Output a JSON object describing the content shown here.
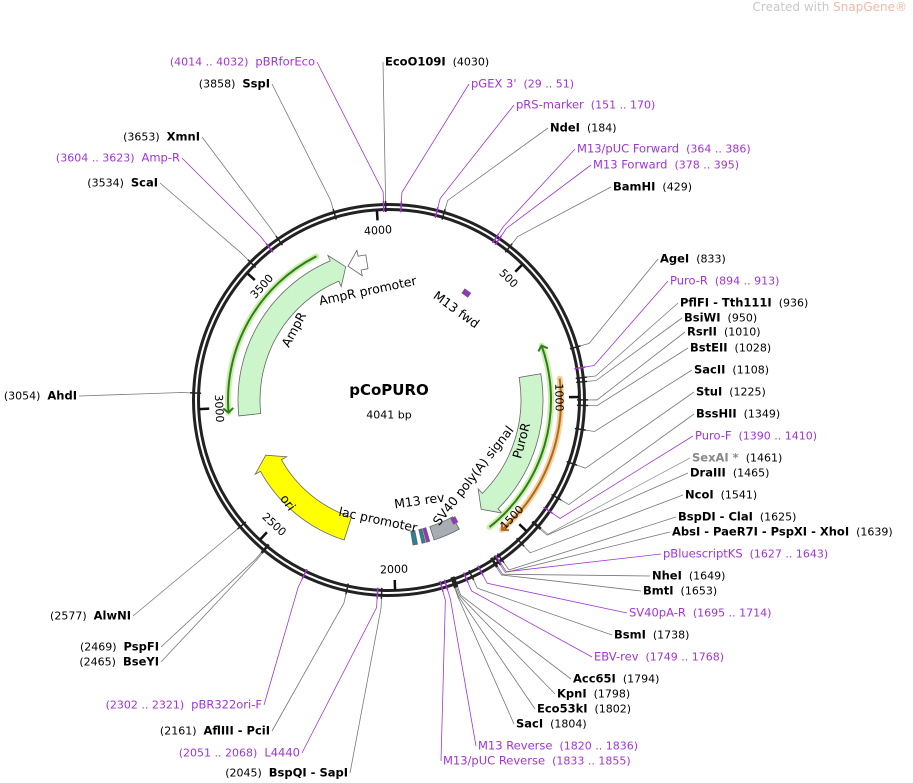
{
  "watermark": {
    "prefix": "Created with ",
    "brand": "SnapGene®"
  },
  "plasmid": {
    "name": "pCoPURO",
    "size_label": "4041 bp",
    "length": 4041
  },
  "ring_ticks": [
    {
      "bp": 500,
      "label": "500"
    },
    {
      "bp": 1000,
      "label": "1000"
    },
    {
      "bp": 1500,
      "label": "1500"
    },
    {
      "bp": 2000,
      "label": "2000"
    },
    {
      "bp": 2500,
      "label": "2500"
    },
    {
      "bp": 3000,
      "label": "3000"
    },
    {
      "bp": 3500,
      "label": "3500"
    },
    {
      "bp": 4000,
      "label": "4000"
    }
  ],
  "features": [
    {
      "name": "AmpR",
      "start": 2963,
      "end": 3839,
      "direction": "reverse",
      "color": "#ccf5cc"
    },
    {
      "name": "AmpR promoter",
      "start": 3839,
      "end": 3935,
      "direction": "reverse",
      "color": "#ffffff"
    },
    {
      "name": "ori",
      "start": 2220,
      "end": 2760,
      "direction": "reverse",
      "color": "#ffff00"
    },
    {
      "name": "PuroR",
      "start": 1570,
      "end": 920,
      "direction": "forward",
      "color": "#ccf5cc"
    },
    {
      "name": "SV40 poly(A) signal",
      "start": 1700,
      "end": 1820,
      "direction": "none",
      "color": "#a8adb5"
    },
    {
      "name": "lac promoter",
      "start": 1880,
      "end": 1925,
      "direction": "none",
      "color": "#2e7f9a"
    },
    {
      "name": "M13 rev",
      "start": 1836,
      "end": 1855,
      "direction": "none",
      "color": "#9a30cc"
    },
    {
      "name": "M13 fwd",
      "start": 390,
      "end": 410,
      "direction": "none",
      "color": "#9a30cc"
    }
  ],
  "sites": [
    {
      "name": "pBRforEco",
      "pos": "(4014 .. 4032)",
      "bp": 4023,
      "type": "primer"
    },
    {
      "name": "SspI",
      "pos": "(3858)",
      "bp": 3858,
      "type": "enzyme"
    },
    {
      "name": "XmnI",
      "pos": "(3653)",
      "bp": 3653,
      "type": "enzyme"
    },
    {
      "name": "Amp-R",
      "pos": "(3604 .. 3623)",
      "bp": 3613,
      "type": "primer"
    },
    {
      "name": "ScaI",
      "pos": "(3534)",
      "bp": 3534,
      "type": "enzyme"
    },
    {
      "name": "AhdI",
      "pos": "(3054)",
      "bp": 3054,
      "type": "enzyme"
    },
    {
      "name": "AlwNI",
      "pos": "(2577)",
      "bp": 2577,
      "type": "enzyme"
    },
    {
      "name": "PspFI",
      "pos": "(2469)",
      "bp": 2469,
      "type": "enzyme"
    },
    {
      "name": "BseYI",
      "pos": "(2465)",
      "bp": 2465,
      "type": "enzyme"
    },
    {
      "name": "pBR322ori-F",
      "pos": "(2302 .. 2321)",
      "bp": 2311,
      "type": "primer"
    },
    {
      "name": "AflIII - PciI",
      "pos": "(2161)",
      "bp": 2161,
      "type": "enzyme"
    },
    {
      "name": "L4440",
      "pos": "(2051 .. 2068)",
      "bp": 2059,
      "type": "primer"
    },
    {
      "name": "BspQI - SapI",
      "pos": "(2045)",
      "bp": 2045,
      "type": "enzyme"
    },
    {
      "name": "EcoO109I",
      "pos": "(4030)",
      "bp": 4030,
      "type": "enzyme"
    },
    {
      "name": "pGEX 3'",
      "pos": "(29 .. 51)",
      "bp": 40,
      "type": "primer"
    },
    {
      "name": "pRS-marker",
      "pos": "(151 .. 170)",
      "bp": 160,
      "type": "primer"
    },
    {
      "name": "NdeI",
      "pos": "(184)",
      "bp": 184,
      "type": "enzyme"
    },
    {
      "name": "M13/pUC Forward",
      "pos": "(364 .. 386)",
      "bp": 375,
      "type": "primer"
    },
    {
      "name": "M13 Forward",
      "pos": "(378 .. 395)",
      "bp": 386,
      "type": "primer"
    },
    {
      "name": "BamHI",
      "pos": "(429)",
      "bp": 429,
      "type": "enzyme"
    },
    {
      "name": "AgeI",
      "pos": "(833)",
      "bp": 833,
      "type": "enzyme"
    },
    {
      "name": "Puro-R",
      "pos": "(894 .. 913)",
      "bp": 903,
      "type": "primer"
    },
    {
      "name": "PflFI - Tth111I",
      "pos": "(936)",
      "bp": 936,
      "type": "enzyme"
    },
    {
      "name": "BsiWI",
      "pos": "(950)",
      "bp": 950,
      "type": "enzyme"
    },
    {
      "name": "RsrII",
      "pos": "(1010)",
      "bp": 1010,
      "type": "enzyme"
    },
    {
      "name": "BstEII",
      "pos": "(1028)",
      "bp": 1028,
      "type": "enzyme"
    },
    {
      "name": "SacII",
      "pos": "(1108)",
      "bp": 1108,
      "type": "enzyme"
    },
    {
      "name": "StuI",
      "pos": "(1225)",
      "bp": 1225,
      "type": "enzyme"
    },
    {
      "name": "BssHII",
      "pos": "(1349)",
      "bp": 1349,
      "type": "enzyme"
    },
    {
      "name": "Puro-F",
      "pos": "(1390 .. 1410)",
      "bp": 1400,
      "type": "primer"
    },
    {
      "name": "SexAI *",
      "pos": "(1461)",
      "bp": 1461,
      "type": "gray"
    },
    {
      "name": "DraIII",
      "pos": "(1465)",
      "bp": 1465,
      "type": "enzyme"
    },
    {
      "name": "NcoI",
      "pos": "(1541)",
      "bp": 1541,
      "type": "enzyme"
    },
    {
      "name": "BspDI - ClaI",
      "pos": "(1625)",
      "bp": 1625,
      "type": "enzyme"
    },
    {
      "name": "AbsI - PaeR7I - PspXI - XhoI",
      "pos": "(1639)",
      "bp": 1639,
      "type": "enzyme"
    },
    {
      "name": "pBluescriptKS",
      "pos": "(1627 .. 1643)",
      "bp": 1635,
      "type": "primer"
    },
    {
      "name": "NheI",
      "pos": "(1649)",
      "bp": 1649,
      "type": "enzyme"
    },
    {
      "name": "BmtI",
      "pos": "(1653)",
      "bp": 1653,
      "type": "enzyme"
    },
    {
      "name": "SV40pA-R",
      "pos": "(1695 .. 1714)",
      "bp": 1704,
      "type": "primer"
    },
    {
      "name": "BsmI",
      "pos": "(1738)",
      "bp": 1738,
      "type": "enzyme"
    },
    {
      "name": "EBV-rev",
      "pos": "(1749 .. 1768)",
      "bp": 1758,
      "type": "primer"
    },
    {
      "name": "Acc65I",
      "pos": "(1794)",
      "bp": 1794,
      "type": "enzyme"
    },
    {
      "name": "KpnI",
      "pos": "(1798)",
      "bp": 1798,
      "type": "enzyme"
    },
    {
      "name": "Eco53kI",
      "pos": "(1802)",
      "bp": 1802,
      "type": "enzyme"
    },
    {
      "name": "SacI",
      "pos": "(1804)",
      "bp": 1804,
      "type": "enzyme"
    },
    {
      "name": "M13 Reverse",
      "pos": "(1820 .. 1836)",
      "bp": 1828,
      "type": "primer"
    },
    {
      "name": "M13/pUC Reverse",
      "pos": "(1833 .. 1855)",
      "bp": 1844,
      "type": "primer"
    }
  ],
  "colors": {
    "primer": "#a035d4",
    "enzyme": "#000000",
    "ring": "#222222",
    "green_line": "#2f7d1f",
    "orange_line": "#b06a1a"
  }
}
